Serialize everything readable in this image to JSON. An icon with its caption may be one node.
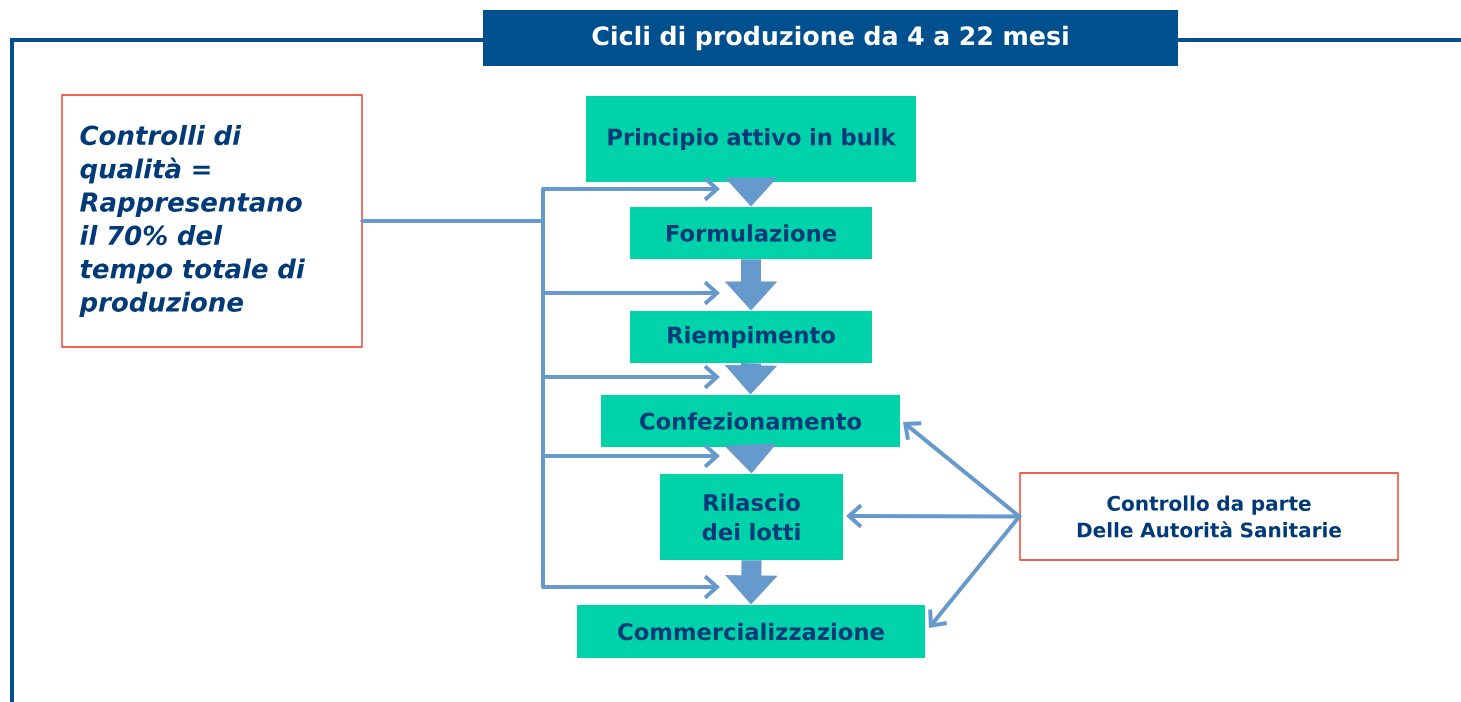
{
  "diagram": {
    "nodes": [
      {
        "text": [
          "Cicli di produzione da 4 a 22 mesi"
        ]
      },
      {
        "text": [
          "Controlli di qualità = Rappresentano il 70% del tempo totale di produzione"
        ]
      },
      {
        "text": [
          "Principio attivo in bulk"
        ]
      },
      {
        "text": [
          "Formulazione"
        ]
      },
      {
        "text": [
          "Riempimento"
        ]
      },
      {
        "text": [
          "Confezionamento"
        ]
      },
      {
        "text": [
          "Rilascio dei lotti"
        ]
      },
      {
        "text": [
          "Commercializzazione"
        ]
      },
      {
        "text": [
          "Controllo da parte Delle Autorità Sanitarie"
        ]
      }
    ],
    "edges": [
      {
        "from": 2,
        "to": 3,
        "arrow": "to",
        "style": "thick"
      },
      {
        "from": 3,
        "to": 4,
        "arrow": "to",
        "style": "thick"
      },
      {
        "from": 4,
        "to": 5,
        "arrow": "to",
        "style": "thick"
      },
      {
        "from": 5,
        "to": 6,
        "arrow": "to",
        "style": "thick"
      },
      {
        "from": 6,
        "to": 7,
        "arrow": "to",
        "style": "thick"
      },
      {
        "from": 1,
        "to": 3,
        "arrow": "to"
      },
      {
        "from": 1,
        "to": 4,
        "arrow": "to"
      },
      {
        "from": 1,
        "to": 5,
        "arrow": "to"
      },
      {
        "from": 1,
        "to": 6,
        "arrow": "to"
      },
      {
        "from": 1,
        "to": 7,
        "arrow": "to"
      },
      {
        "from": 8,
        "to": 5,
        "arrow": "to"
      },
      {
        "from": 8,
        "to": 6,
        "arrow": "to"
      },
      {
        "from": 8,
        "to": 7,
        "arrow": "to"
      }
    ]
  }
}
